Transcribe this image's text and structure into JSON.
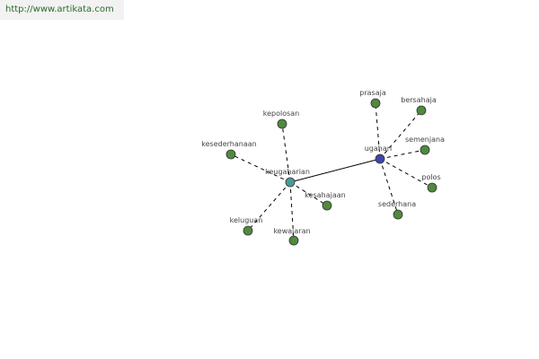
{
  "header": {
    "url_text": "http://www.artikata.com"
  },
  "colors": {
    "leaf_node": "#4f8a3f",
    "hub_keugaharian": "#4a9a95",
    "hub_ugahari": "#3f45a8",
    "url_text": "#2b6a2b",
    "url_background": "#f2f2f2"
  },
  "graph": {
    "nodes": [
      {
        "id": "ugahari",
        "label": "ugahari",
        "kind": "hub-blue"
      },
      {
        "id": "keugaharian",
        "label": "keugaharian",
        "kind": "hub-teal"
      },
      {
        "id": "prasaja",
        "label": "prasaja",
        "kind": "leaf"
      },
      {
        "id": "bersahaja",
        "label": "bersahaja",
        "kind": "leaf"
      },
      {
        "id": "semenjana",
        "label": "semenjana",
        "kind": "leaf"
      },
      {
        "id": "polos",
        "label": "polos",
        "kind": "leaf"
      },
      {
        "id": "sederhana",
        "label": "sederhana",
        "kind": "leaf"
      },
      {
        "id": "kepolosan",
        "label": "kepolosan",
        "kind": "leaf"
      },
      {
        "id": "kesederhanaan",
        "label": "kesederhanaan",
        "kind": "leaf"
      },
      {
        "id": "kesahajaan",
        "label": "kesahajaan",
        "kind": "leaf"
      },
      {
        "id": "keluguan",
        "label": "keluguan",
        "kind": "leaf"
      },
      {
        "id": "kewajaran",
        "label": "kewajaran",
        "kind": "leaf"
      }
    ],
    "edges": [
      {
        "from": "keugaharian",
        "to": "ugahari",
        "style": "solid"
      },
      {
        "from": "ugahari",
        "to": "prasaja",
        "style": "dashed"
      },
      {
        "from": "ugahari",
        "to": "bersahaja",
        "style": "dashed"
      },
      {
        "from": "ugahari",
        "to": "semenjana",
        "style": "dashed"
      },
      {
        "from": "ugahari",
        "to": "polos",
        "style": "dashed"
      },
      {
        "from": "ugahari",
        "to": "sederhana",
        "style": "dashed"
      },
      {
        "from": "keugaharian",
        "to": "kepolosan",
        "style": "dashed"
      },
      {
        "from": "keugaharian",
        "to": "kesederhanaan",
        "style": "dashed"
      },
      {
        "from": "keugaharian",
        "to": "kesahajaan",
        "style": "dashed"
      },
      {
        "from": "keugaharian",
        "to": "keluguan",
        "style": "dashed"
      },
      {
        "from": "keugaharian",
        "to": "kewajaran",
        "style": "dashed"
      }
    ]
  }
}
